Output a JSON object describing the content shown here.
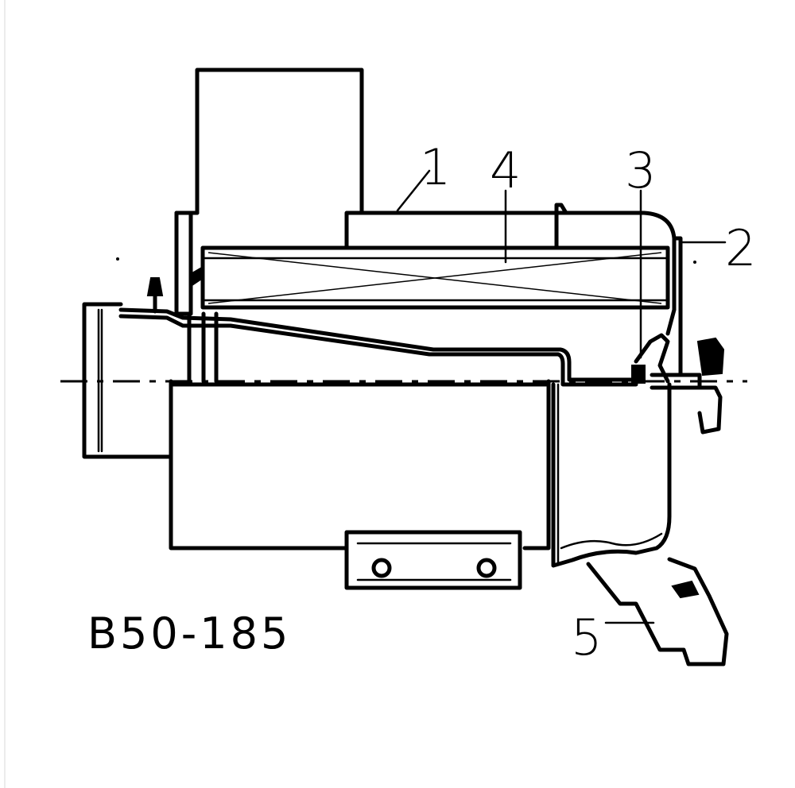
{
  "figure": {
    "code": "B50-185",
    "callouts": [
      {
        "id": "1",
        "label": "1"
      },
      {
        "id": "2",
        "label": "2"
      },
      {
        "id": "3",
        "label": "3"
      },
      {
        "id": "4",
        "label": "4"
      },
      {
        "id": "5",
        "label": "5"
      }
    ]
  }
}
